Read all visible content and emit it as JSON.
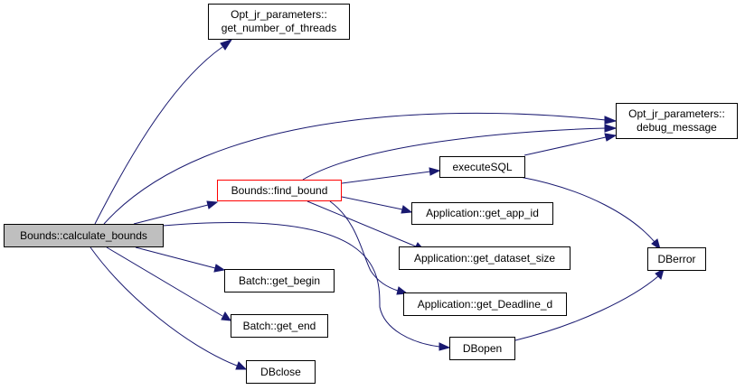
{
  "colors": {
    "edge": "#191970",
    "root_fill": "#bfbfbf",
    "highlight_border": "#ff0000",
    "node_border": "#000000"
  },
  "nodes": {
    "calculate_bounds": {
      "label": "Bounds::calculate_bounds"
    },
    "number_of_threads": {
      "line1": "Opt_jr_parameters::",
      "line2": "get_number_of_threads"
    },
    "debug_message": {
      "line1": "Opt_jr_parameters::",
      "line2": "debug_message"
    },
    "find_bound": {
      "label": "Bounds::find_bound"
    },
    "execute_sql": {
      "label": "executeSQL"
    },
    "get_app_id": {
      "label": "Application::get_app_id"
    },
    "get_dataset_size": {
      "label": "Application::get_dataset_size"
    },
    "get_deadline_d": {
      "label": "Application::get_Deadline_d"
    },
    "db_error": {
      "label": "DBerror"
    },
    "get_begin": {
      "label": "Batch::get_begin"
    },
    "get_end": {
      "label": "Batch::get_end"
    },
    "db_close": {
      "label": "DBclose"
    },
    "db_open": {
      "label": "DBopen"
    }
  }
}
